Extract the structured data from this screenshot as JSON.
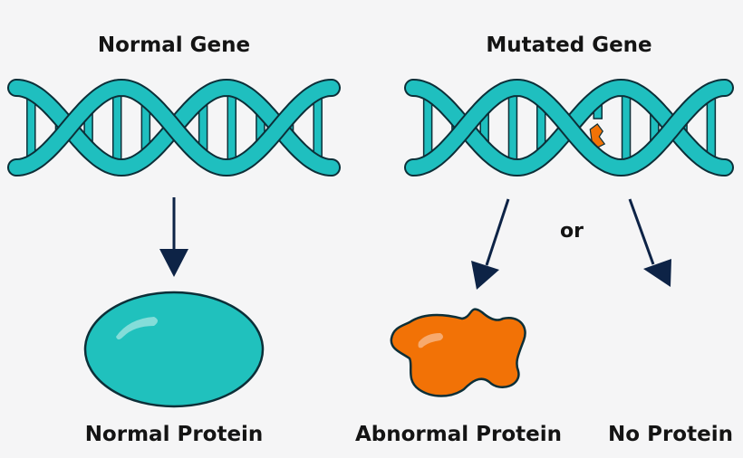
{
  "labels": {
    "normal_gene": "Normal Gene",
    "mutated_gene": "Mutated Gene",
    "or": "or",
    "normal_protein": "Normal Protein",
    "abnormal_protein": "Abnormal Protein",
    "no_protein": "No Protein"
  },
  "colors": {
    "dna": "#1fbfbf",
    "outline": "#0c2f38",
    "protein_normal": "#20c1bd",
    "protein_abnormal": "#f27206",
    "arrow": "#0d2346",
    "mutation": "#f27206"
  }
}
